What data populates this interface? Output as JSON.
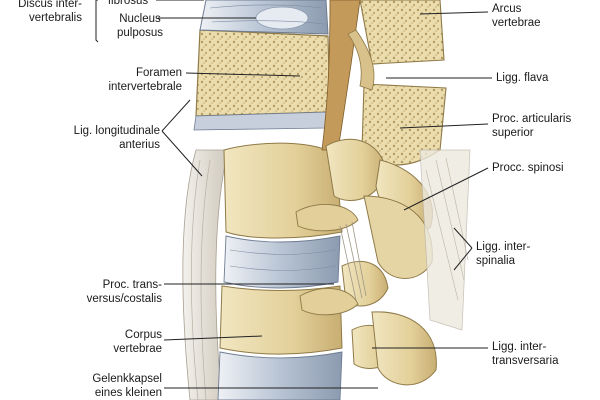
{
  "labels": {
    "discus": [
      "Discus inter-",
      "vertebralis"
    ],
    "anulus": "fibrosus",
    "nucleus": [
      "Nucleus",
      "pulposus"
    ],
    "foramen": [
      "Foramen",
      "intervertebrale"
    ],
    "lig_long_ant": [
      "Lig. longitudinale",
      "anterius"
    ],
    "proc_trans": [
      "Proc. trans-",
      "versus/costalis"
    ],
    "corpus": [
      "Corpus",
      "vertebrae"
    ],
    "gelenk": [
      "Gelenkkapsel",
      "eines kleinen"
    ],
    "arcus": [
      "Arcus",
      "vertebrae"
    ],
    "ligg_flava": "Ligg. flava",
    "proc_art": [
      "Proc. articularis",
      "superior"
    ],
    "procc_spinosi": "Procc. spinosi",
    "ligg_interspin": [
      "Ligg. inter-",
      "spinalia"
    ],
    "ligg_intertrans": [
      "Ligg. inter-",
      "transversaria"
    ]
  },
  "colors": {
    "bone": "#e8d9a8",
    "bone_dark": "#c9b27a",
    "disc": "#b9c6d6",
    "ligament": "#d9d4c8",
    "background": "#ffffff",
    "leader": "#222222"
  }
}
